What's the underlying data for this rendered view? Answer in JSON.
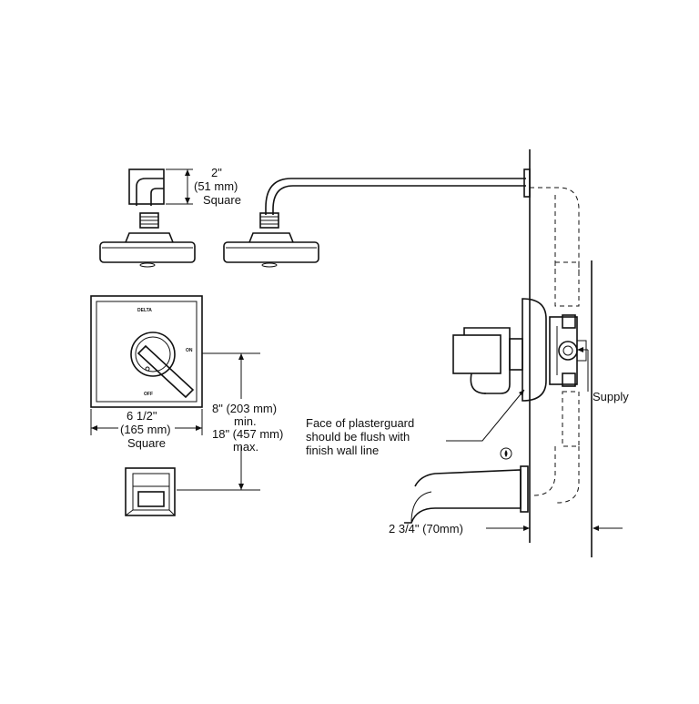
{
  "labels": {
    "showerhead_dim_1": "2\"",
    "showerhead_dim_2": "(51 mm)",
    "showerhead_dim_3": "Square",
    "trim_width_1": "6 1/2\"",
    "trim_width_2": "(165 mm)",
    "trim_width_3": "Square",
    "height_1": "8\" (203 mm)",
    "height_2": "min.",
    "height_3": "18\" (457 mm)",
    "height_4": "max.",
    "plaster_1": "Face of plasterguard",
    "plaster_2": "should be flush with",
    "plaster_3": "finish wall line",
    "supply": "Supply",
    "depth": "2 3/4\" (70mm)",
    "brand": "DELTA",
    "on_mark": "ON",
    "off_mark": "OFF"
  },
  "icons": [
    "showerhead-icon",
    "shower-arm-icon",
    "valve-trim-icon",
    "tub-spout-icon",
    "watersense-icon"
  ]
}
